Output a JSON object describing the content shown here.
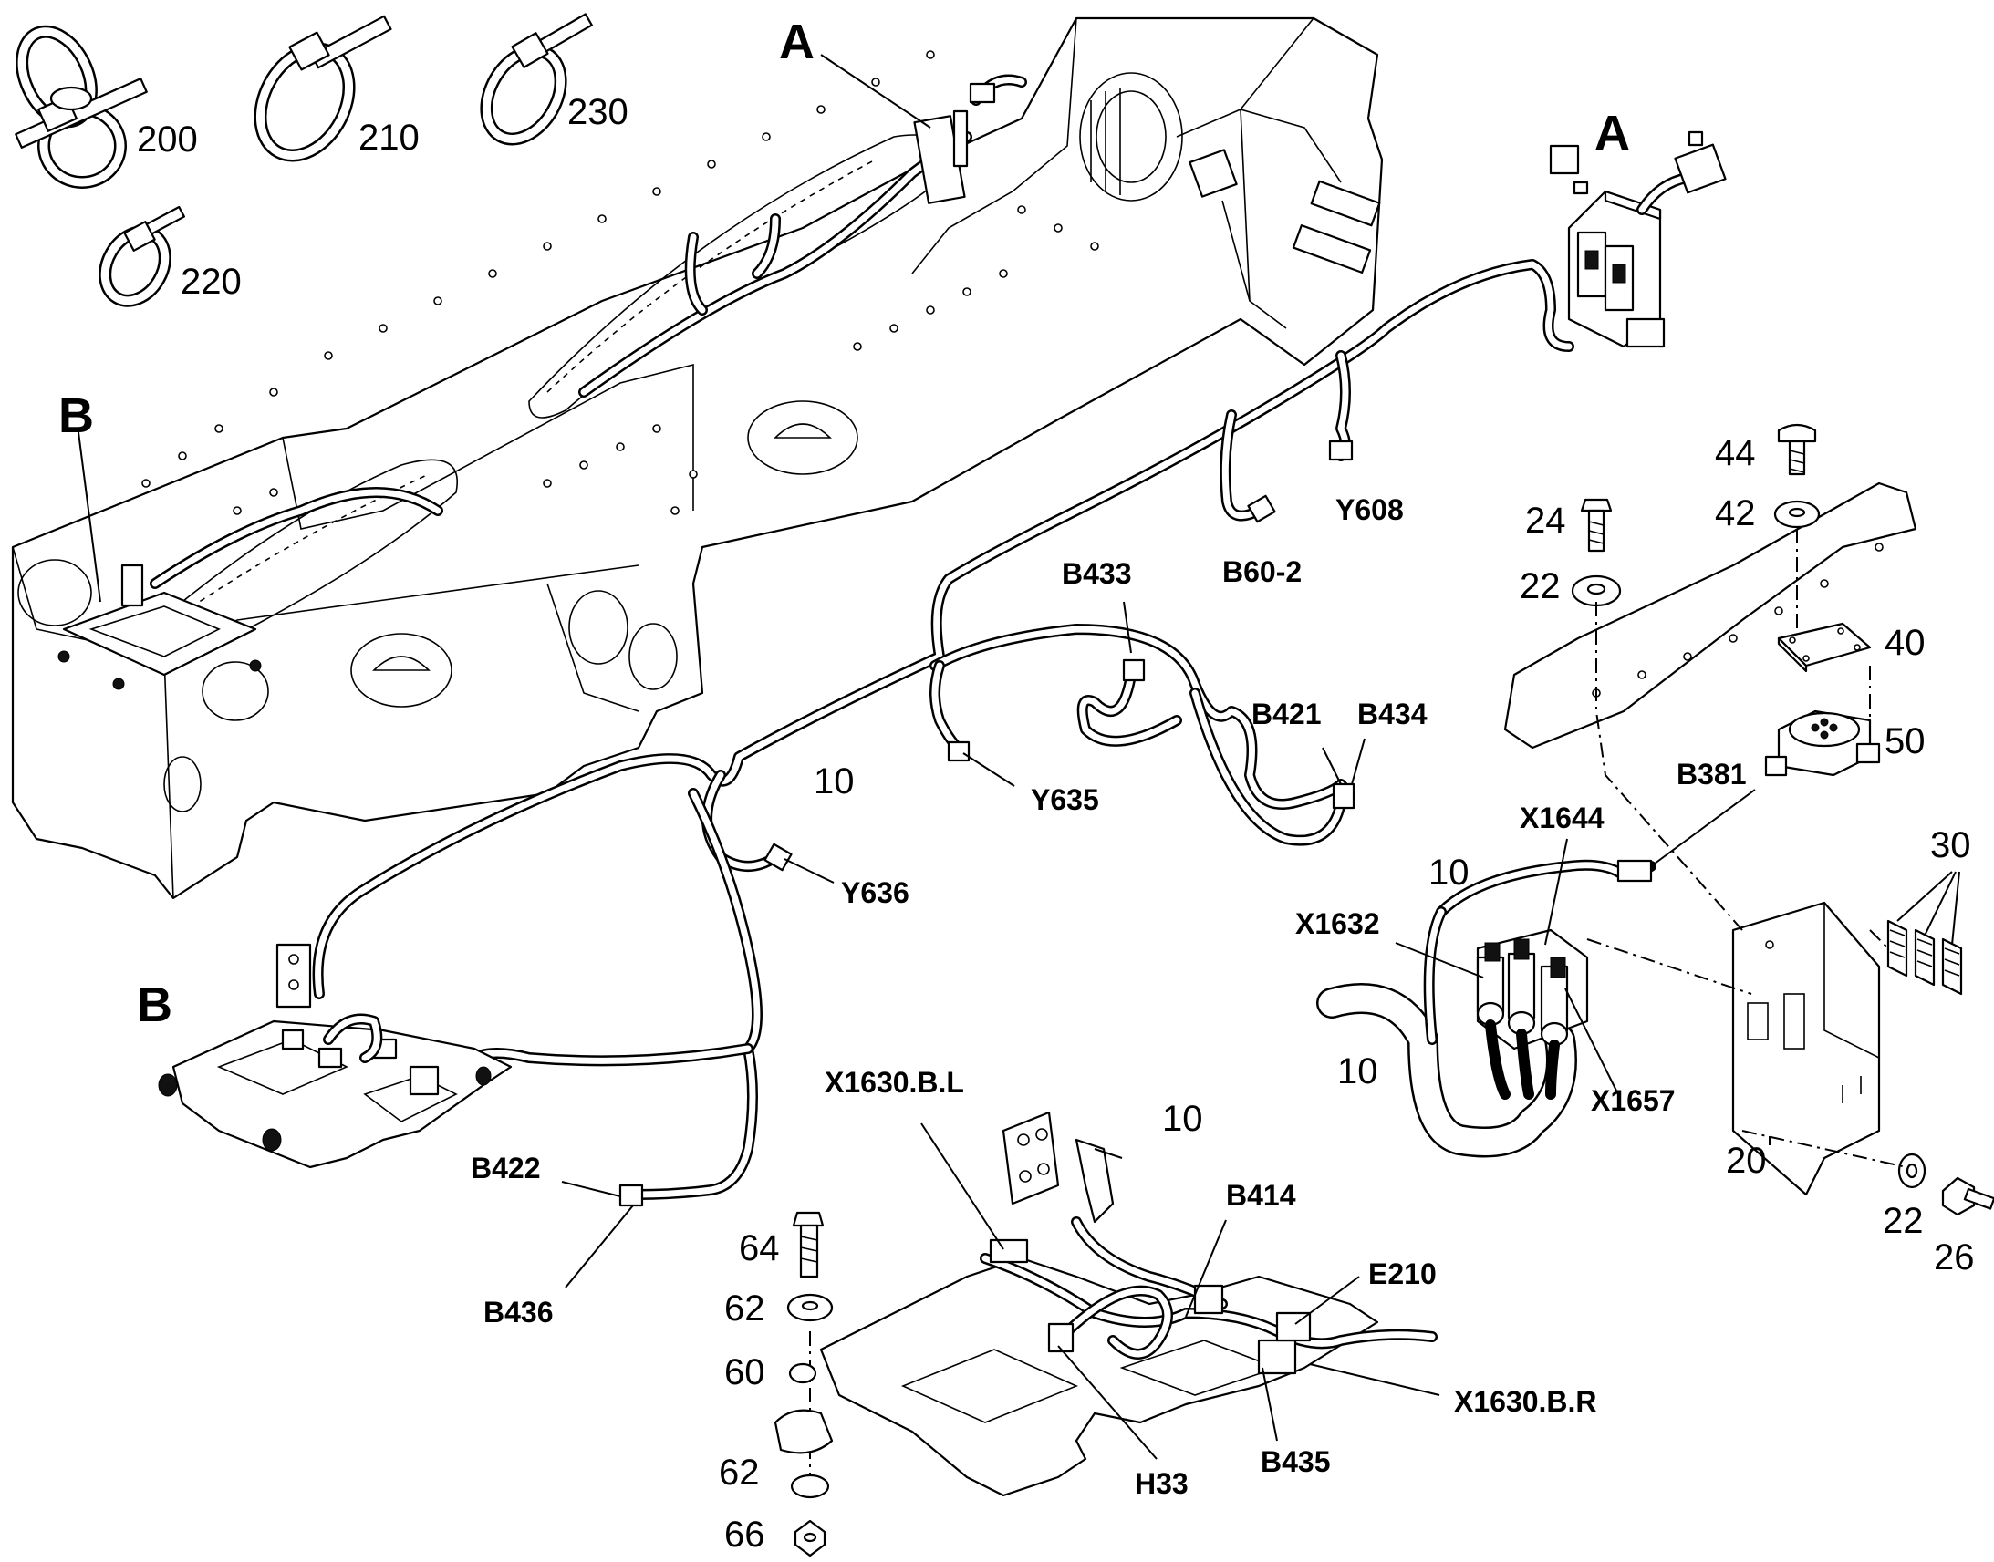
{
  "callouts": {
    "item_200": "200",
    "item_210": "210",
    "item_230": "230",
    "item_220": "220",
    "detail_a_top": "A",
    "detail_a_right": "A",
    "detail_b_top": "B",
    "detail_b_left": "B",
    "harness_10_center": "10",
    "harness_10_right_upper": "10",
    "harness_10_right_lower": "10",
    "harness_10_bottom": "10",
    "item_44": "44",
    "item_42": "42",
    "item_24": "24",
    "item_22_top": "22",
    "item_40": "40",
    "item_50": "50",
    "item_30": "30",
    "item_20": "20",
    "item_22_bottom": "22",
    "item_26": "26",
    "item_64": "64",
    "item_62_top": "62",
    "item_60": "60",
    "item_62_bottom": "62",
    "item_66": "66"
  },
  "connectors": {
    "y608": "Y608",
    "b60_2": "B60-2",
    "b433": "B433",
    "b421": "B421",
    "b434": "B434",
    "y635": "Y635",
    "y636": "Y636",
    "b381": "B381",
    "x1644": "X1644",
    "x1632": "X1632",
    "x1657": "X1657",
    "b422": "B422",
    "b436": "B436",
    "x1630_b_l": "X1630.B.L",
    "b414": "B414",
    "e210": "E210",
    "x1630_b_r": "X1630.B.R",
    "h33": "H33",
    "b435": "B435"
  }
}
